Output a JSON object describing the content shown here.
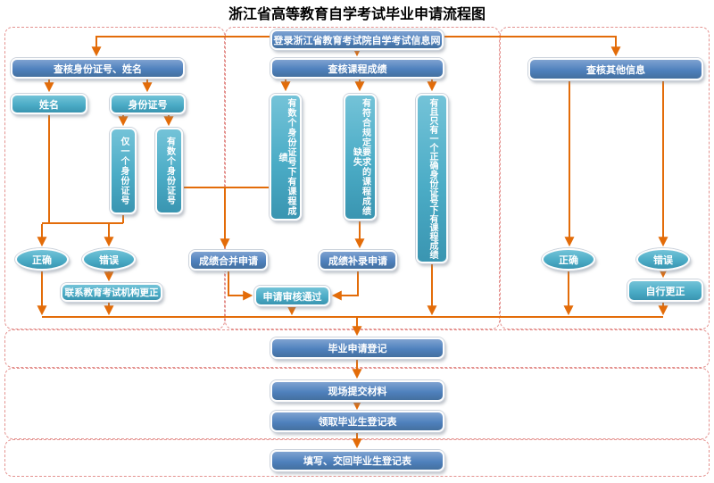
{
  "title": "浙江省高等教育自学考试毕业申请流程图",
  "colors": {
    "process_blue": "#4f81bd",
    "decision_teal": "#4bacc6",
    "arrow_orange": "#e36c09",
    "section_border": "#e4928f"
  },
  "nodes": {
    "login": "登录浙江省教育考试院自学考试信息网",
    "check_identity": "查核身份证号、姓名",
    "check_course": "查核课程成绩",
    "check_other": "查核其他信息",
    "name": "姓名",
    "id_number": "身份证号",
    "only_one_id": "仅一个身份证号",
    "several_ids": "有数个身份证号",
    "scores_under_several_ids": "有数个身份证号下有课程成绩",
    "qualified_scores_missing": "有符合规定要求的课程成绩缺失",
    "scores_under_one_correct_id": "有且只有一个正确身份证号下有课程成绩",
    "correct_left": "正确",
    "wrong_left": "错误",
    "contact_authority_correct": "联系教育考试机构更正",
    "merge_apply": "成绩合并申请",
    "supplement_apply": "成绩补录申请",
    "approved": "申请审核通过",
    "correct_right": "正确",
    "wrong_right": "错误",
    "self_correct": "自行更正",
    "register": "毕业申请登记",
    "submit_materials": "现场提交材料",
    "receive_form": "领取毕业生登记表",
    "fill_return_form": "填写、交回毕业生登记表"
  }
}
